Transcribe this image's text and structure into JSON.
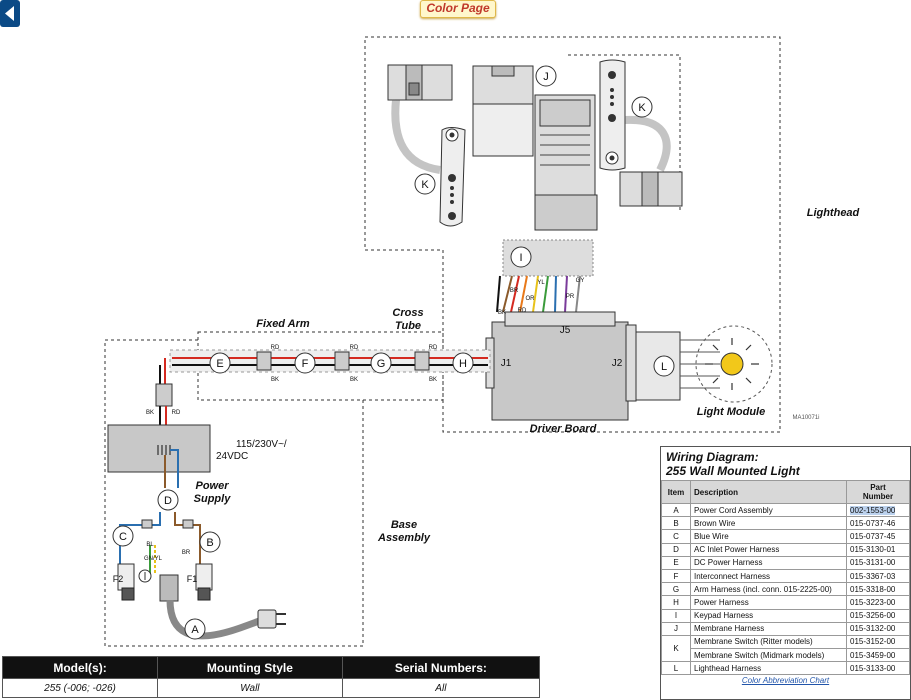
{
  "header": {
    "color_page_label": "Color Page"
  },
  "regions": {
    "lighthead": "Lighthead",
    "fixed_arm": "Fixed Arm",
    "cross_tube_1": "Cross",
    "cross_tube_2": "Tube",
    "driver_board": "Driver Board",
    "light_module": "Light Module",
    "base_assembly_1": "Base",
    "base_assembly_2": "Assembly",
    "power_supply_1": "Power",
    "power_supply_2": "Supply"
  },
  "diagram": {
    "connectors": {
      "j1": "J1",
      "j2": "J2",
      "j5": "J5"
    },
    "ps_label_1": "115/230V~/",
    "ps_label_2": "24VDC",
    "fuse_1": "F1",
    "fuse_2": "F2",
    "figure_id": "MA10071i",
    "callouts": {
      "a": "A",
      "b": "B",
      "c": "C",
      "d": "D",
      "e": "E",
      "f": "F",
      "g": "G",
      "h": "H",
      "i": "I",
      "j": "J",
      "k1": "K",
      "k2": "K",
      "l": "L"
    },
    "wire_labels": {
      "rd": "RD",
      "bk": "BK",
      "bl": "BL",
      "br": "BR",
      "gnyl": "GN/YL",
      "yl": "YL",
      "or": "OR",
      "pr": "PR",
      "gy": "GY"
    }
  },
  "wiring_table": {
    "title_1": "Wiring Diagram:",
    "title_2": "255 Wall Mounted Light",
    "headers": {
      "item": "Item",
      "description": "Description",
      "part_1": "Part",
      "part_2": "Number"
    },
    "rows": [
      {
        "item": "A",
        "description": "Power Cord Assembly",
        "part": "002-1553-00"
      },
      {
        "item": "B",
        "description": "Brown Wire",
        "part": "015-0737-46"
      },
      {
        "item": "C",
        "description": "Blue Wire",
        "part": "015-0737-45"
      },
      {
        "item": "D",
        "description": "AC Inlet Power Harness",
        "part": "015-3130-01"
      },
      {
        "item": "E",
        "description": "DC Power Harness",
        "part": "015-3131-00"
      },
      {
        "item": "F",
        "description": "Interconnect Harness",
        "part": "015-3367-03"
      },
      {
        "item": "G",
        "description": "Arm Harness (incl. conn. 015-2225-00)",
        "part": "015-3318-00"
      },
      {
        "item": "H",
        "description": "Power Harness",
        "part": "015-3223-00"
      },
      {
        "item": "I",
        "description": "Keypad Harness",
        "part": "015-3256-00"
      },
      {
        "item": "J",
        "description": "Membrane Harness",
        "part": "015-3132-00"
      },
      {
        "item": "K",
        "description": "Membrane Switch (Ritter models)",
        "part": "015-3152-00"
      },
      {
        "item": "",
        "description": "Membrane Switch (Midmark models)",
        "part": "015-3459-00"
      },
      {
        "item": "L",
        "description": "Lighthead Harness",
        "part": "015-3133-00"
      }
    ],
    "footer_link": "Color Abbreviation Chart"
  },
  "models_table": {
    "headers": {
      "models": "Model(s):",
      "mounting": "Mounting Style",
      "serial": "Serial Numbers:"
    },
    "values": {
      "models": "255 (-006; -026)",
      "mounting": "Wall",
      "serial": "All"
    }
  },
  "colors": {
    "red": "#d42a20",
    "black": "#111111",
    "blue": "#2a6fb0",
    "brown": "#8b5a2b",
    "yellow": "#e8c21a",
    "orange": "#e8791a",
    "purple": "#7a3b9a",
    "green": "#3a9b3a",
    "gray": "#888888",
    "lamp": "#f2c81a"
  }
}
